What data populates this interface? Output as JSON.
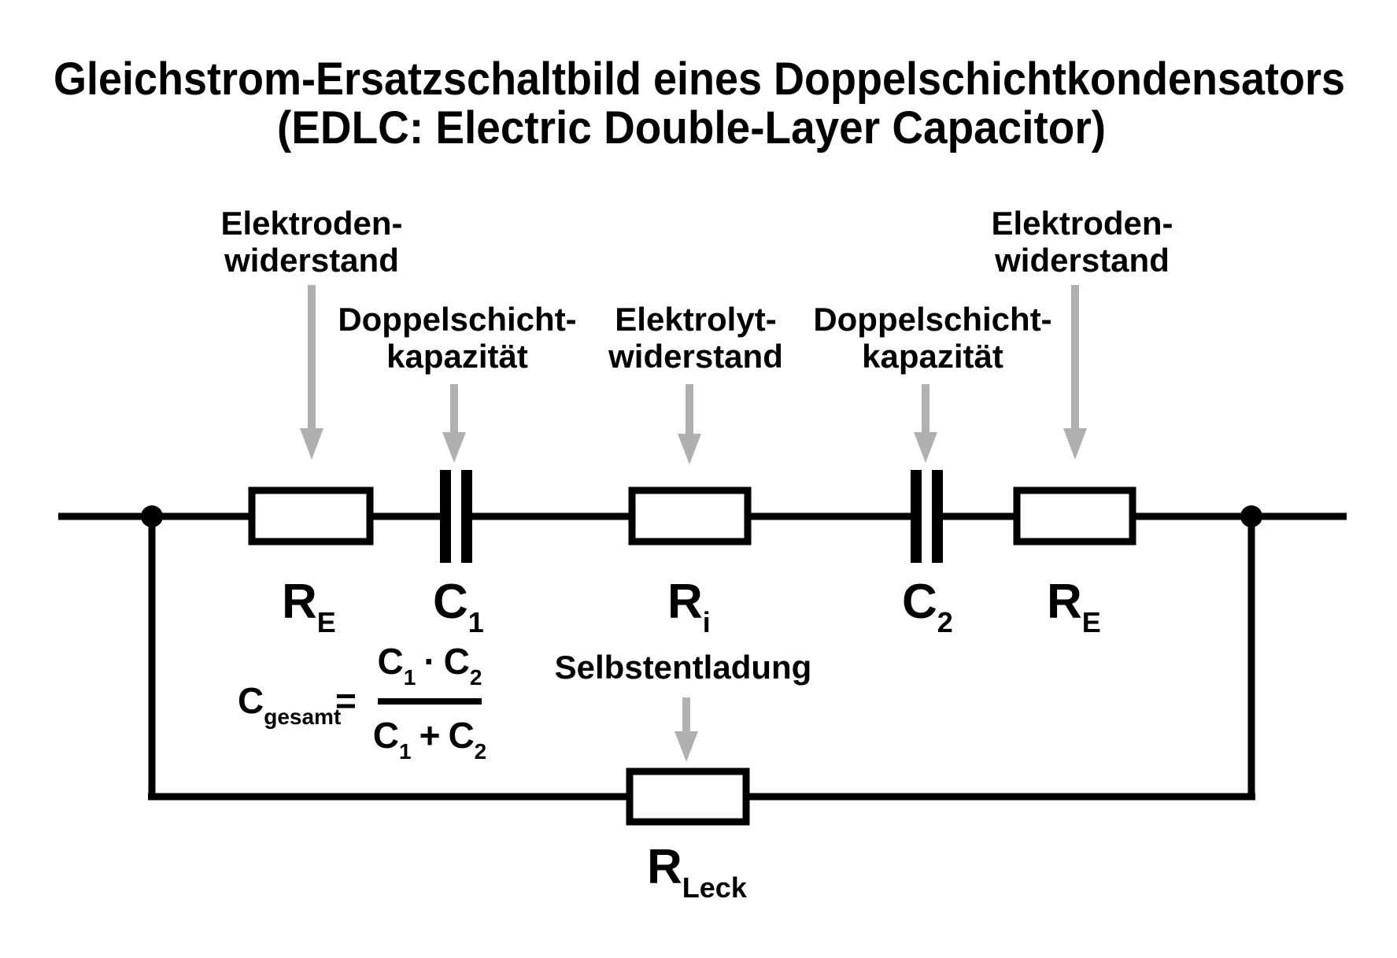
{
  "title": {
    "line1": "Gleichstrom-Ersatzschaltbild eines Doppelschichtkondensators",
    "line2": "(EDLC: Electric Double-Layer Capacitor)"
  },
  "annotations": {
    "electrode_left": {
      "line1": "Elektroden-",
      "line2": "widerstand"
    },
    "dlc_left": {
      "line1": "Doppelschicht-",
      "line2": "kapazität"
    },
    "electrolyte": {
      "line1": "Elektrolyt-",
      "line2": "widerstand"
    },
    "dlc_right": {
      "line1": "Doppelschicht-",
      "line2": "kapazität"
    },
    "electrode_right": {
      "line1": "Elektroden-",
      "line2": "widerstand"
    },
    "self_discharge": "Selbstentladung"
  },
  "components": {
    "re_left": {
      "main": "R",
      "sub": "E"
    },
    "c1": {
      "main": "C",
      "sub": "1"
    },
    "ri": {
      "main": "R",
      "sub": "i"
    },
    "c2": {
      "main": "C",
      "sub": "2"
    },
    "re_right": {
      "main": "R",
      "sub": "E"
    },
    "r_leck": {
      "main": "R",
      "sub": "Leck"
    }
  },
  "formula": {
    "lhs_main": "C",
    "lhs_sub": "gesamt",
    "equals": "=",
    "num_c1": "C",
    "num_s1": "1",
    "num_op": "·",
    "num_c2": "C",
    "num_s2": "2",
    "den_c1": "C",
    "den_s1": "1",
    "den_op": "+",
    "den_c2": "C",
    "den_s2": "2"
  },
  "colors": {
    "ink": "#000000",
    "arrow": "#b0b0b0",
    "background": "#ffffff"
  }
}
